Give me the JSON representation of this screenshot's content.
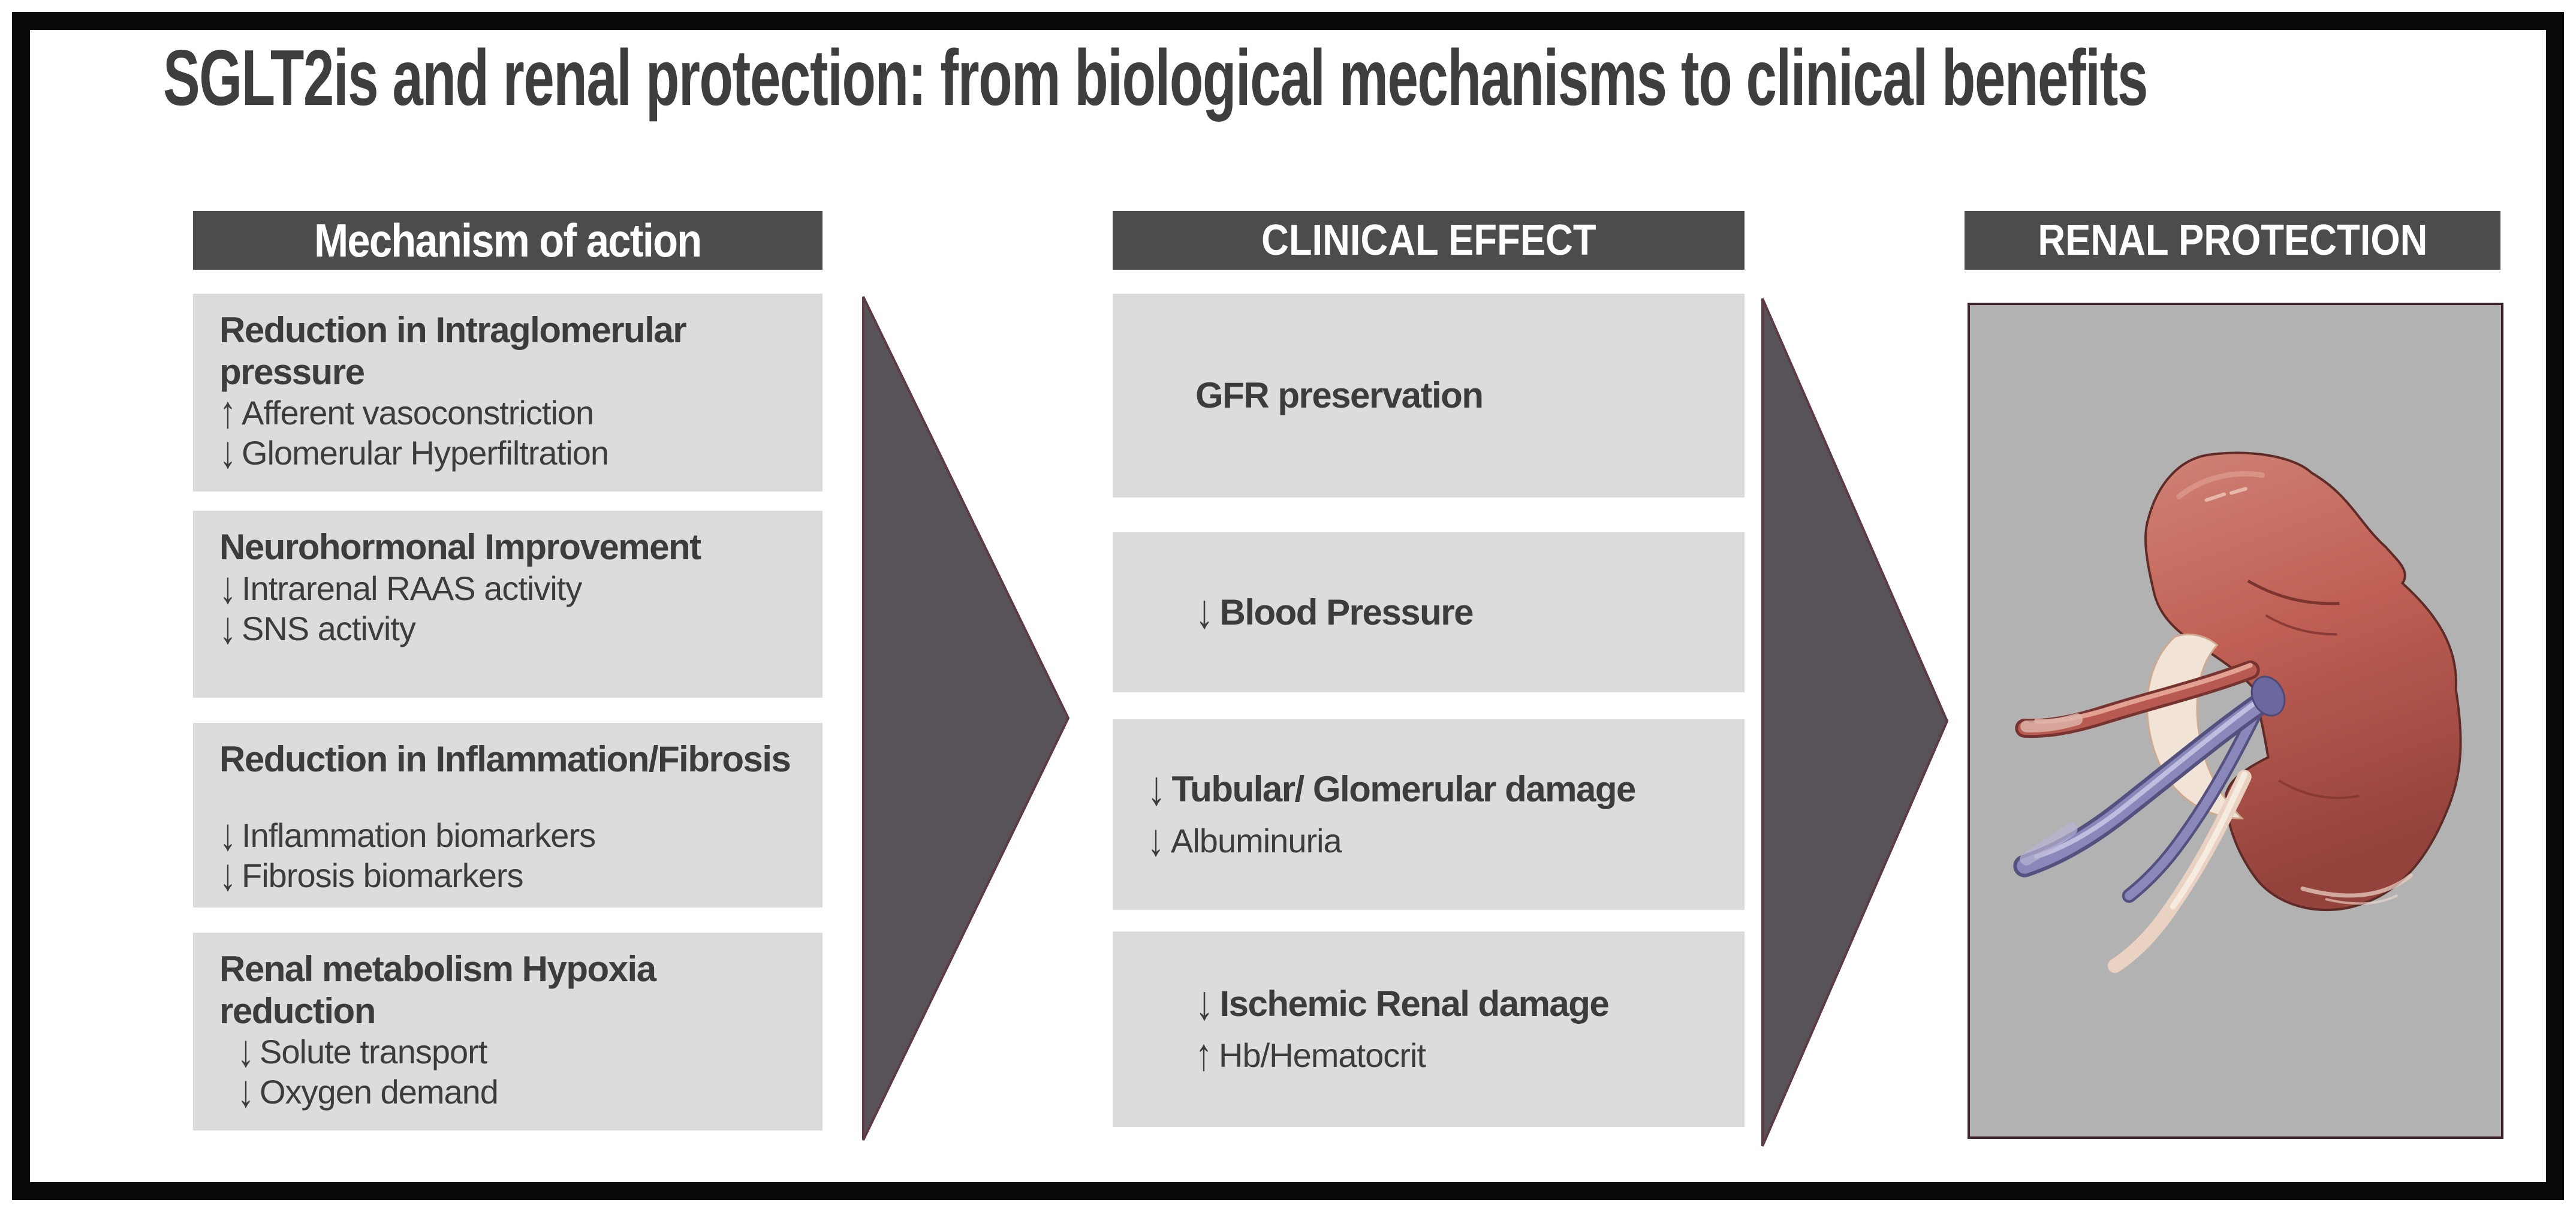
{
  "title": "SGLT2is and renal protection: from biological mechanisms to clinical benefits",
  "mechanism": {
    "header": "Mechanism of action",
    "boxes": [
      {
        "line1": "Reduction in Intraglomerular",
        "line2": "pressure",
        "items": [
          {
            "arrow": "↑",
            "text": "Afferent vasoconstriction"
          },
          {
            "arrow": "↓",
            "text": "Glomerular Hyperfiltration"
          }
        ]
      },
      {
        "line1": "Neurohormonal Improvement",
        "line2": "",
        "items": [
          {
            "arrow": "↓",
            "text": "Intrarenal RAAS activity"
          },
          {
            "arrow": "↓",
            "text": "SNS activity"
          }
        ]
      },
      {
        "line1": "Reduction in Inflammation/Fibrosis",
        "line2": "",
        "items": [
          {
            "arrow": "↓",
            "text": "Inflammation biomarkers"
          },
          {
            "arrow": "↓",
            "text": "Fibrosis biomarkers"
          }
        ]
      },
      {
        "line1": "Renal metabolism Hypoxia",
        "line2": "reduction",
        "items": [
          {
            "arrow": "↓",
            "text": "Solute transport"
          },
          {
            "arrow": "↓",
            "text": "Oxygen demand"
          }
        ]
      }
    ]
  },
  "clinical": {
    "header": "CLINICAL EFFECT",
    "boxes": [
      {
        "lines": [
          {
            "arrow": "",
            "text": "GFR preservation"
          }
        ]
      },
      {
        "lines": [
          {
            "arrow": "↓",
            "text": "Blood Pressure"
          }
        ]
      },
      {
        "lines": [
          {
            "arrow": "↓",
            "text": "Tubular/ Glomerular damage"
          },
          {
            "arrow": "↓",
            "text": "Albuminuria"
          }
        ]
      },
      {
        "lines": [
          {
            "arrow": "↓",
            "text": "Ischemic Renal damage"
          },
          {
            "arrow": "↑",
            "text": "Hb/Hematocrit"
          }
        ]
      }
    ]
  },
  "renal": {
    "header": "RENAL PROTECTION",
    "image_label": "kidney illustration"
  },
  "colors": {
    "frame": "#0a0a0a",
    "title": "#3e3e3e",
    "header_bg": "#4c4c4c",
    "header_text": "#ffffff",
    "box_bg": "#dcdcdc",
    "box_text": "#3c3c3c",
    "arrow_fill": "#585359",
    "arrow_stroke": "#5d3a46",
    "panel_bg": "#b2b2b2",
    "panel_border": "#3f2128",
    "kidney_main": "#c06055",
    "kidney_dark": "#93423c",
    "kidney_light": "#d08276",
    "kidney_outline": "#5f2b26",
    "artery": "#b85a52",
    "vein": "#8a87ba",
    "vein_dark": "#54517f",
    "ureter": "#e9d2c2",
    "pelvis": "#f1e4d6"
  }
}
